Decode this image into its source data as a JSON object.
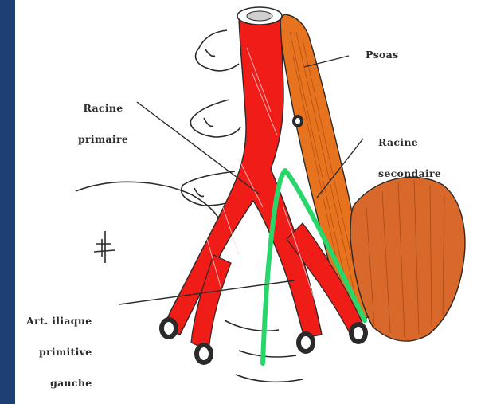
{
  "labels": {
    "psoas": "Psoas",
    "racine_primaire": [
      "Racine",
      "primaire"
    ],
    "racine_secondaire": [
      "Racine",
      "secondaire"
    ],
    "art_iliaque": [
      "Art. iliaque",
      "primitive",
      "gauche"
    ]
  },
  "colors": {
    "frame_blue": "#1e3f73",
    "artery_red": "#f01c18",
    "psoas_orange": "#e8731e",
    "buttock_orange": "#d9692a",
    "path_green": "#28d66a",
    "ink": "#2a2a2a"
  }
}
